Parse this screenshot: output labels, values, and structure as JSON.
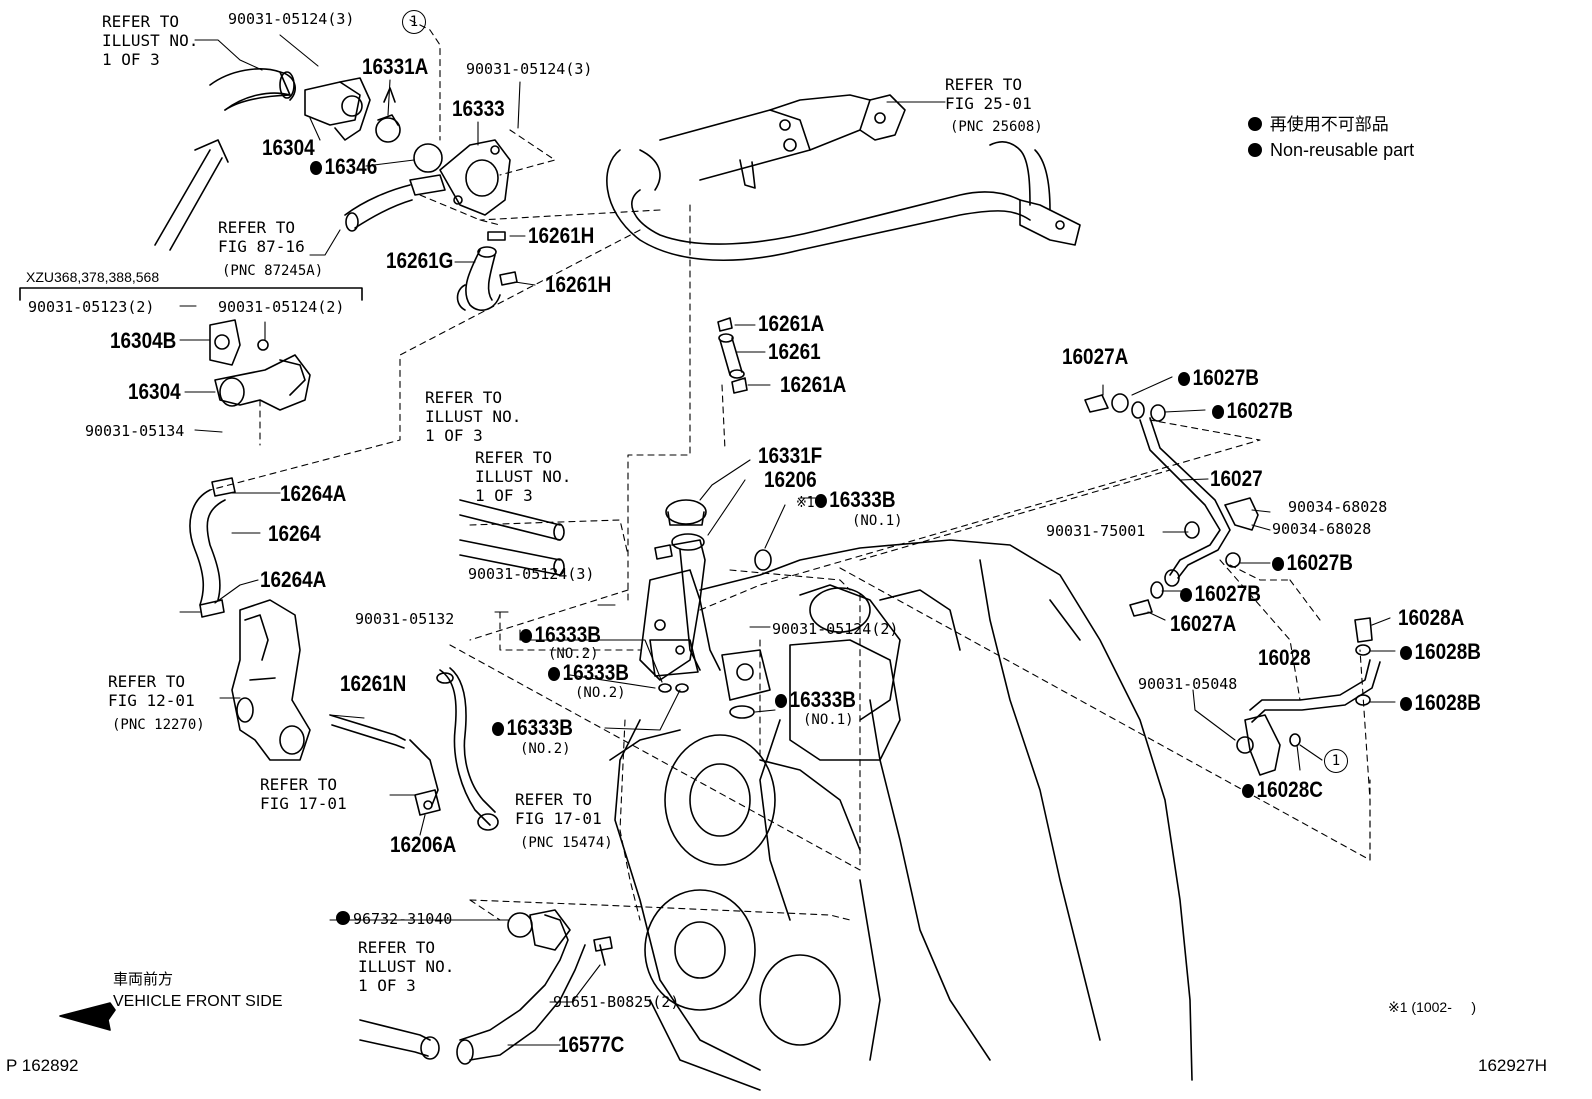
{
  "legend": {
    "jp": "再使用不可部品",
    "en": "Non-reusable part"
  },
  "refs": {
    "illust_1of3_a": "REFER TO\nILLUST NO.\n1 OF 3",
    "illust_1of3_b": "REFER TO\nILLUST NO.\n1 OF 3",
    "illust_1of3_c": "REFER TO\nILLUST NO.\n1 OF 3",
    "illust_1of3_d": "REFER TO\nILLUST NO.\n1 OF 3",
    "fig2501": "REFER TO\nFIG 25-01",
    "fig2501_pnc": "(PNC 25608)",
    "fig8716": "REFER TO\nFIG 87-16",
    "fig8716_pnc": "(PNC 87245A)",
    "fig1201": "REFER TO\nFIG 12-01",
    "fig1201_pnc": "(PNC 12270)",
    "fig1701_a": "REFER TO\nFIG 17-01",
    "fig1701_b": "REFER TO\nFIG 17-01",
    "fig1701_b_pnc": "(PNC 15474)"
  },
  "xzu_note": "XZU368,378,388,568",
  "parts": {
    "p90031_05124_3_a": "90031-05124(3)",
    "p90031_05124_3_b": "90031-05124(3)",
    "p90031_05124_3_c": "90031-05124(3)",
    "p90031_05124_2_a": "90031-05124(2)",
    "p90031_05124_2_b": "90031-05124(2)",
    "p90031_05123_2": "90031-05123(2)",
    "p90031_05134": "90031-05134",
    "p90031_05132": "90031-05132",
    "p90031_75001": "90031-75001",
    "p90031_05048": "90031-05048",
    "p90034_68028_a": "90034-68028",
    "p90034_68028_b": "90034-68028",
    "p96732_31040": "96732-31040",
    "p91651_b0825": "91651-B0825(2)",
    "p16331A": "16331A",
    "p16333": "16333",
    "p16304_a": "16304",
    "p16304_b": "16304",
    "p16304B": "16304B",
    "p16346": "16346",
    "p16261H_a": "16261H",
    "p16261H_b": "16261H",
    "p16261G": "16261G",
    "p16261A_a": "16261A",
    "p16261A_b": "16261A",
    "p16261": "16261",
    "p16264A_a": "16264A",
    "p16264A_b": "16264A",
    "p16264": "16264",
    "p16331F": "16331F",
    "p16206": "16206",
    "p16333B_no1_a": "16333B",
    "p16333B_no1_b": "16333B",
    "p16333B_no2_a": "16333B",
    "p16333B_no2_b": "16333B",
    "p16333B_no2_c": "16333B",
    "no1": "(NO.1)",
    "no2": "(NO.2)",
    "p16261N": "16261N",
    "p16206A": "16206A",
    "p16577C": "16577C",
    "p16027A_a": "16027A",
    "p16027A_b": "16027A",
    "p16027B_a": "16027B",
    "p16027B_b": "16027B",
    "p16027B_c": "16027B",
    "p16027B_d": "16027B",
    "p16027": "16027",
    "p16028A": "16028A",
    "p16028B_a": "16028B",
    "p16028B_b": "16028B",
    "p16028": "16028",
    "p16028C": "16028C",
    "circle1": "1",
    "mark1": "※1",
    "mark1_range": "※1 (1002-     )"
  },
  "front": {
    "jp": "車両前方",
    "en": "VEHICLE FRONT SIDE"
  },
  "footer": {
    "left": "P 162892",
    "right": "162927H"
  }
}
